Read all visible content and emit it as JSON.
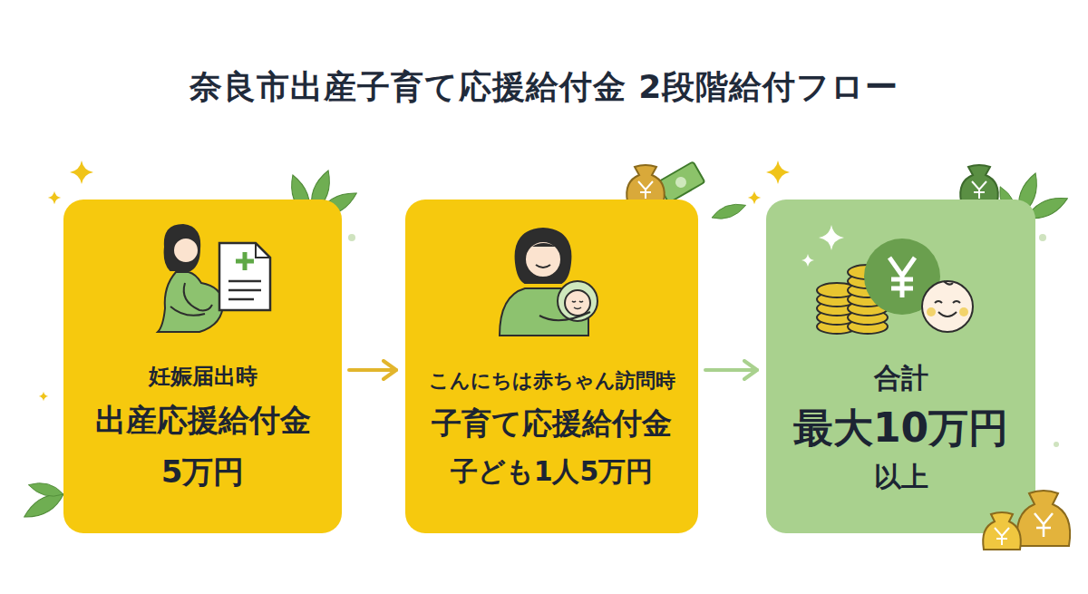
{
  "diagram": {
    "title": "奈良市出産子育て応援給付金 2段階給付フロー",
    "nodes": [
      {
        "text": [
          "妊娠届出時",
          "出産応援給付金",
          "5万円"
        ]
      },
      {
        "text": [
          "こんにちは赤ちゃん訪問時",
          "子育て応援給付金",
          "子ども1人5万円"
        ]
      },
      {
        "text": [
          "合計",
          "最大10万円",
          "以上"
        ]
      }
    ],
    "edges": [
      {
        "from": 0,
        "to": 1,
        "arrow": "to"
      },
      {
        "from": 1,
        "to": 2,
        "arrow": "to"
      }
    ]
  }
}
